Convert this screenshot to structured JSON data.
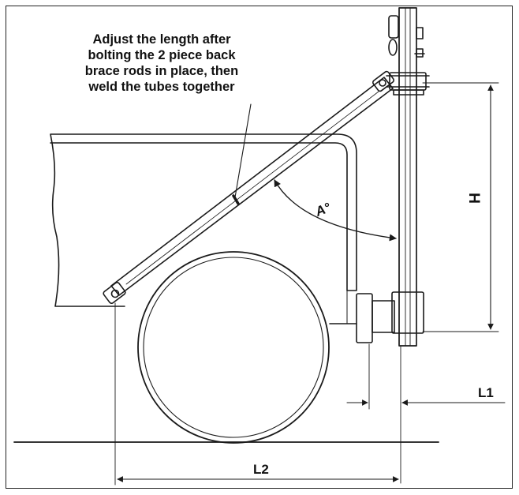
{
  "note": {
    "lines": [
      "Adjust the length after",
      "bolting the 2 piece back",
      "brace rods in place, then",
      "weld the tubes together"
    ]
  },
  "labels": {
    "angle": "A°",
    "height": "H",
    "l1": "L1",
    "l2": "L2"
  },
  "colors": {
    "line": "#1a1a1a",
    "background": "#ffffff"
  }
}
